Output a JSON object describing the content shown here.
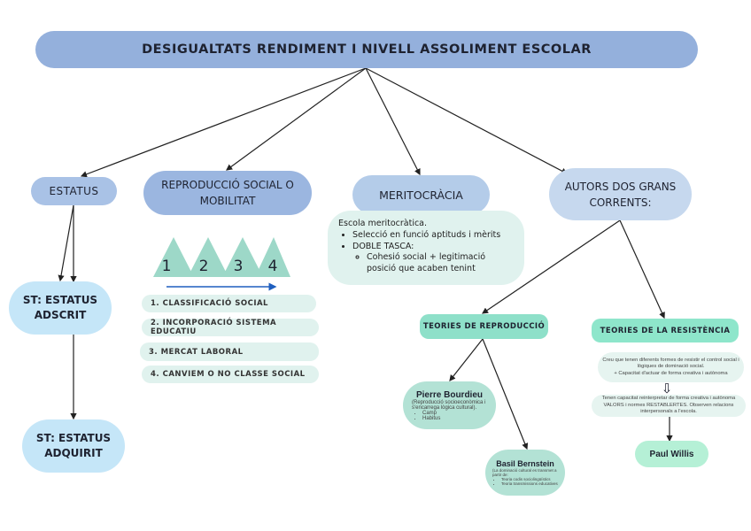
{
  "title": "DESIGUALTATS RENDIMENT I NIVELL ASSOLIMENT ESCOLAR",
  "estatus": "ESTATUS",
  "reproduccio": "REPRODUCCIÓ SOCIAL O MOBILITAT",
  "meritocracia": "MERITOCRÀCIA",
  "autors": "AUTORS DOS GRANS CORRENTS:",
  "st_adscrit": "ST: ESTATUS ADSCRIT",
  "st_adquirit": "ST: ESTATUS ADQUIRIT",
  "triangles": [
    "1",
    "2",
    "3",
    "4"
  ],
  "steps": [
    "1. CLASSIFICACIÓ SOCIAL",
    "2. INCORPORACIÓ SISTEMA EDUCATIU",
    "3. MERCAT LABORAL",
    "4. CANVIEM O NO CLASSE SOCIAL"
  ],
  "merit_box": {
    "intro": "Escola meritocràtica.",
    "b1": "Selecció en funció aptituds i mèrits",
    "b2": "DOBLE TASCA:",
    "sub": "Cohesió social + legitimació posició que acaben tenint"
  },
  "teories_rep": "TEORIES DE REPRODUCCIÓ",
  "teories_res": "TEORIES DE LA RESISTÈNCIA",
  "res_box1": {
    "text": "Creu que tenen diferents formes de resistir el control social i lògiques de dominació social.",
    "b": "+ Capacitat d'actuar de forma creativa i autònoma"
  },
  "res_box2": "Tenen capacitat reinterpretar de forma creativa i autònoma VALORS i normes RESTABLERTES. Observen relacions interpersonals a l'escola.",
  "bourdieu": {
    "name": "Pierre Bourdieu",
    "desc": "(Reproducció socioeconòmica i s'encarrega lògica cultural).",
    "items": [
      "Camp",
      "Habitus"
    ]
  },
  "bernstein": {
    "name": "Basil Bernstein",
    "desc": "(La dominació cultural es transmet a partir de:",
    "items": [
      "Teoria codis sociolingüístics",
      "Teoria transmissions educatives"
    ]
  },
  "willis": "Paul Willis"
}
